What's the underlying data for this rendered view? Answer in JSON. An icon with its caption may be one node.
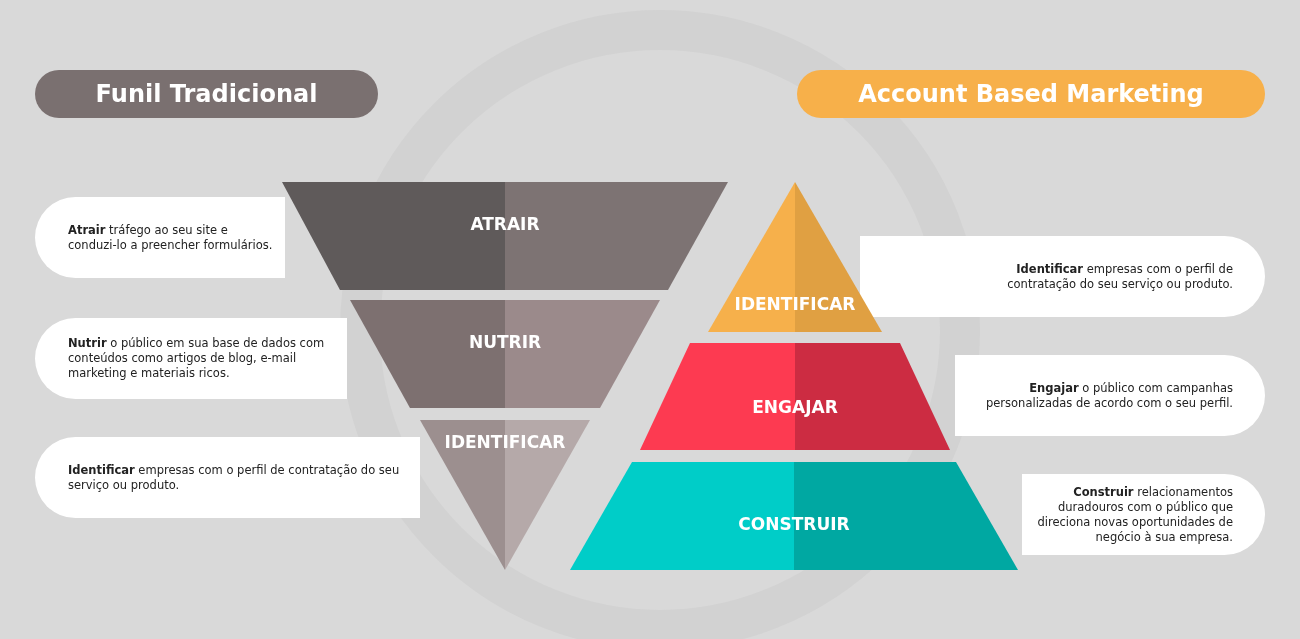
{
  "diagram": {
    "nodes": [
      {
        "text": [
          "Funil Tradicional"
        ]
      },
      {
        "text": [
          "Account Based Marketing"
        ]
      },
      {
        "text": [
          "ATRAIR"
        ]
      },
      {
        "text": [
          "NUTRIR"
        ]
      },
      {
        "text": [
          "IDENTIFICAR"
        ]
      },
      {
        "text": [
          "**Atrair** tráfego ao seu site e conduzi-lo a preencher formulários."
        ]
      },
      {
        "text": [
          "**Nutrir** o público em sua base de dados com conteúdos como artigos de blog, e-mail marketing e materiais ricos."
        ]
      },
      {
        "text": [
          "**Identificar** empresas com o perfil de contratação do seu serviço ou produto."
        ]
      },
      {
        "text": [
          "IDENTIFICAR"
        ]
      },
      {
        "text": [
          "ENGAJAR"
        ]
      },
      {
        "text": [
          "CONSTRUIR"
        ]
      },
      {
        "text": [
          "**Identificar** empresas com o perfil de contratação do seu serviço ou produto."
        ]
      },
      {
        "text": [
          "**Engajar** o público com campanhas personalizadas de acordo com o seu perfil."
        ]
      },
      {
        "text": [
          "**Construir** relacionamentos duradouros com o público que direciona novas oportunidades de negócio à sua empresa."
        ]
      }
    ],
    "edges": []
  }
}
